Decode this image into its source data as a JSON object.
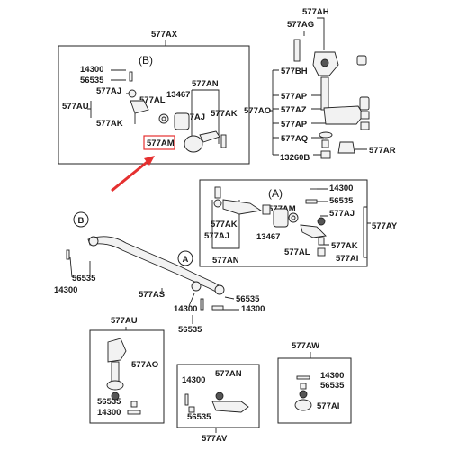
{
  "labels": {
    "top_group": "577AX",
    "ah": "577AH",
    "ag": "577AG",
    "bh": "577BH",
    "ao_right": "577AO",
    "ap1": "577AP",
    "az": "577AZ",
    "ap2": "577AP",
    "aq": "577AQ",
    "ar": "577AR",
    "n13260": "13260B",
    "b_section": "(B)",
    "b14300": "14300",
    "b56535": "56535",
    "b_aj_left": "577AJ",
    "au_left": "577AU",
    "b_ak_left": "577AK",
    "b_al": "577AL",
    "b13467": "13467",
    "b_an": "577AN",
    "b_aj_right": "577AJ",
    "b_ak_right": "577AK",
    "am_highlight": "577AM",
    "a_section": "(A)",
    "a14300": "14300",
    "a56535": "56535",
    "a_am": "577AM",
    "a_aj_right": "577AJ",
    "ay": "577AY",
    "a_ak_left": "577AK",
    "a_aj_left": "577AJ",
    "a13467": "13467",
    "a_ak_right": "577AK",
    "a_al": "577AL",
    "a_ai": "577AI",
    "a_an": "577AN",
    "circle_b": "B",
    "circle_a": "A",
    "l56535": "56535",
    "l14300": "14300",
    "as": "577AS",
    "m56535": "56535",
    "m14300a": "14300",
    "m14300b": "14300",
    "m56535b": "56535",
    "au_bottom": "577AU",
    "ao_bottom": "577AO",
    "u56535": "56535",
    "u14300": "14300",
    "aw": "577AW",
    "w14300": "14300",
    "w56535": "56535",
    "w_ai": "577AI",
    "v14300": "14300",
    "v_an": "577AN",
    "v56535": "56535",
    "av": "577AV"
  },
  "colors": {
    "line": "#222222",
    "highlight": "#e53030",
    "arrow": "#e53030"
  }
}
